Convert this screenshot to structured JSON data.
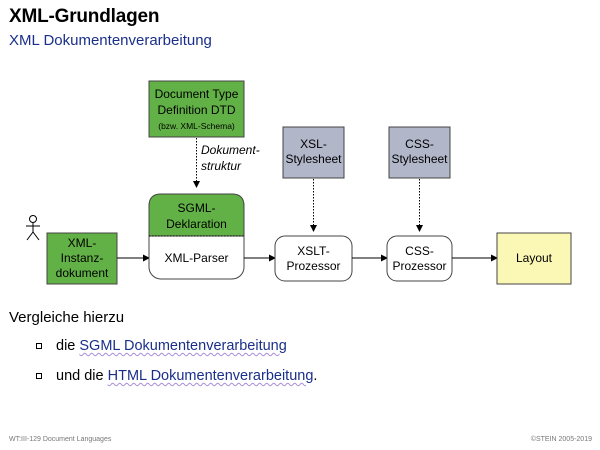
{
  "header": {
    "title": "XML-Grundlagen",
    "subtitle": "XML Dokumentenverarbeitung"
  },
  "diagram": {
    "colors": {
      "green": "#62b146",
      "gray": "#b1b6c9",
      "yellow": "#fbf8b5"
    },
    "dtd": {
      "line1": "Document Type",
      "line2": "Definition DTD",
      "line3": "(bzw. XML-Schema)"
    },
    "dtd_annotation": {
      "line1": "Dokument-",
      "line2": "struktur"
    },
    "xsl": {
      "line1": "XSL-",
      "line2": "Stylesheet"
    },
    "css": {
      "line1": "CSS-",
      "line2": "Stylesheet"
    },
    "instance": {
      "line1": "XML-",
      "line2": "Instanz-",
      "line3": "dokument"
    },
    "sgml": {
      "line1": "SGML-",
      "line2": "Deklaration",
      "line3": "XML-Parser"
    },
    "xslt": {
      "line1": "XSLT-",
      "line2": "Prozessor"
    },
    "cssproc": {
      "line1": "CSS-",
      "line2": "Prozessor"
    },
    "layout": {
      "label": "Layout"
    }
  },
  "section": {
    "heading": "Vergleiche hierzu",
    "items": [
      {
        "prefix": "die ",
        "link": "SGML Dokumentenverarbeitung",
        "suffix": ""
      },
      {
        "prefix": "und die ",
        "link": "HTML Dokumentenverarbeitung",
        "suffix": "."
      }
    ]
  },
  "footer": {
    "left": "WT:III-129   Document Languages",
    "right": "©STEIN 2005-2019"
  }
}
